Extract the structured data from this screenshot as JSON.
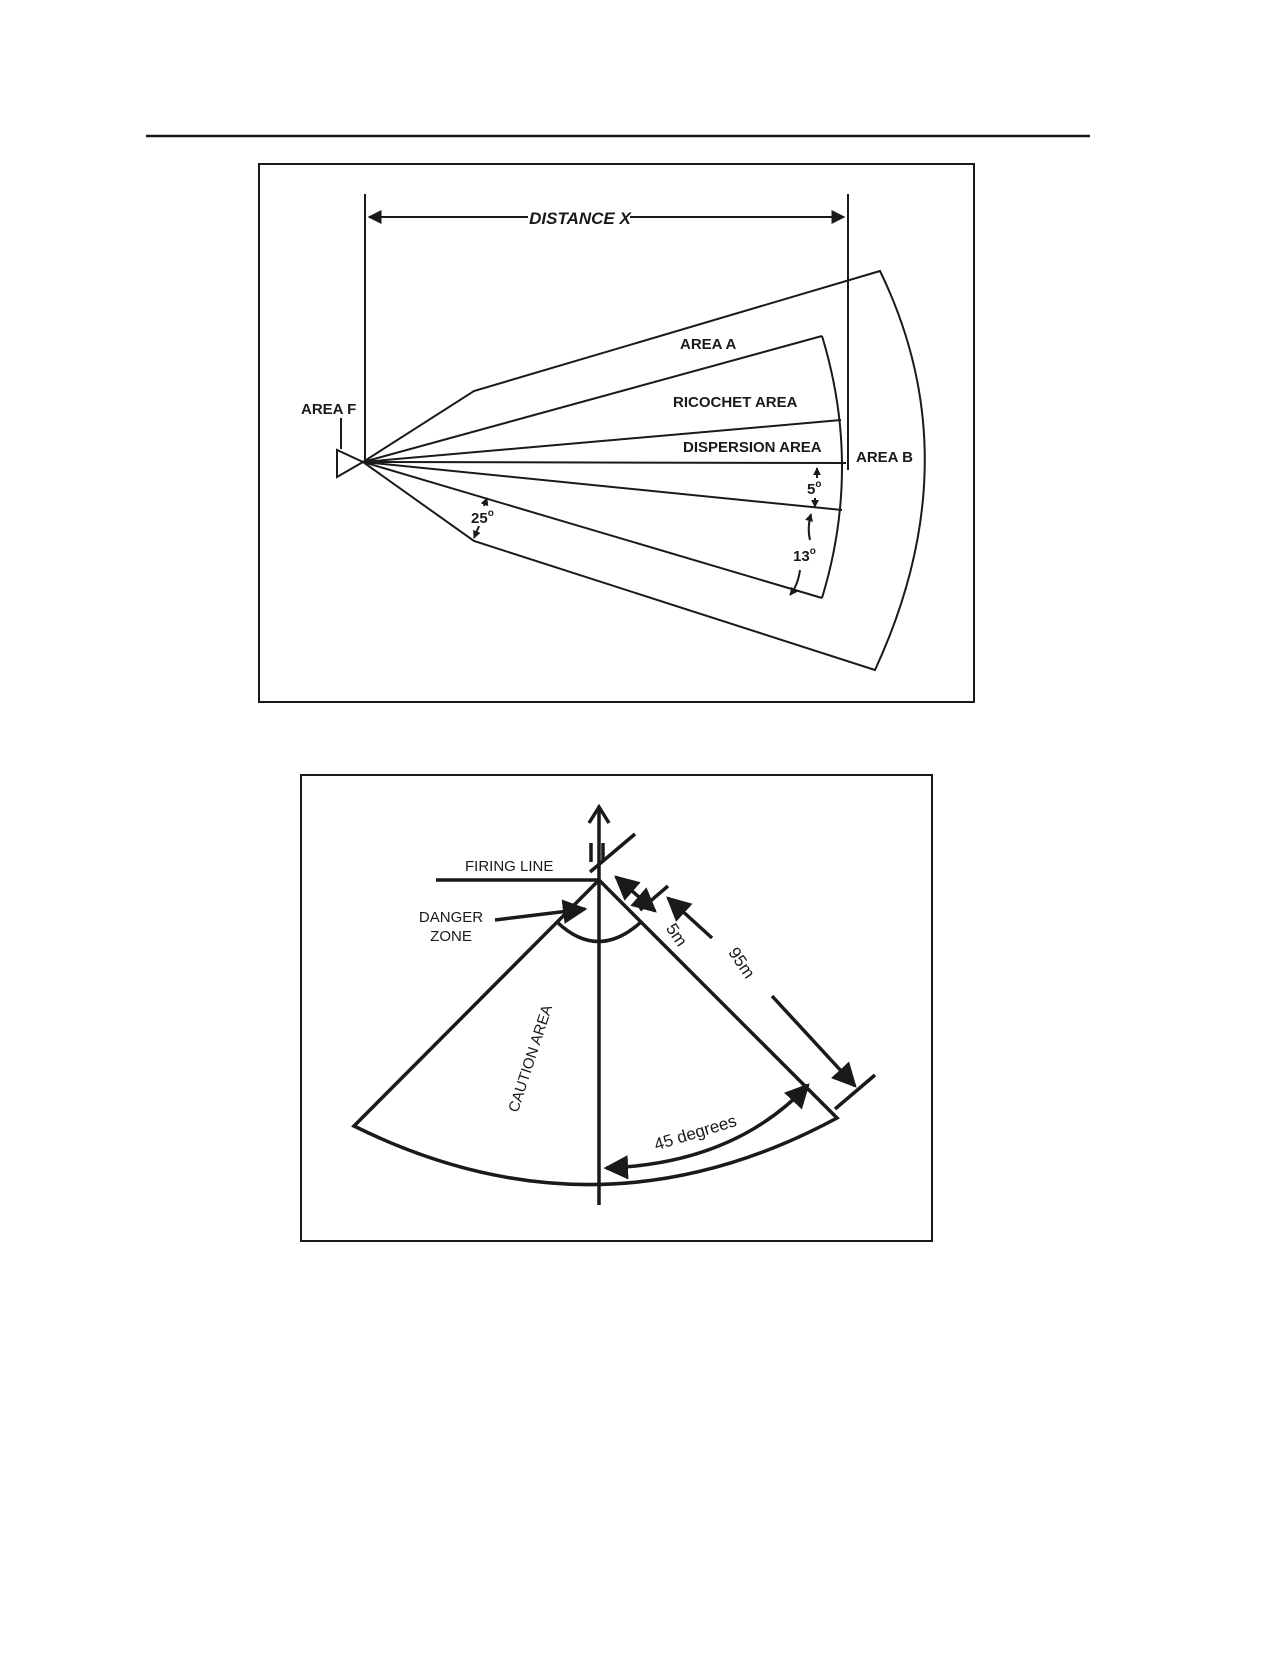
{
  "figure1": {
    "distance_label": "DISTANCE X",
    "area_a": "AREA A",
    "ricochet": "RICOCHET AREA",
    "dispersion": "DISPERSION AREA",
    "area_b": "AREA B",
    "area_f": "AREA F",
    "angle_25": "25",
    "angle_5": "5",
    "angle_13": "13",
    "degree_mark": "o"
  },
  "figure2": {
    "firing_line": "FIRING LINE",
    "danger_zone_line1": "DANGER",
    "danger_zone_line2": "ZONE",
    "caution_area": "CAUTION AREA",
    "dist_5m": "5m",
    "dist_95m": "95m",
    "angle_45": "45 degrees"
  }
}
